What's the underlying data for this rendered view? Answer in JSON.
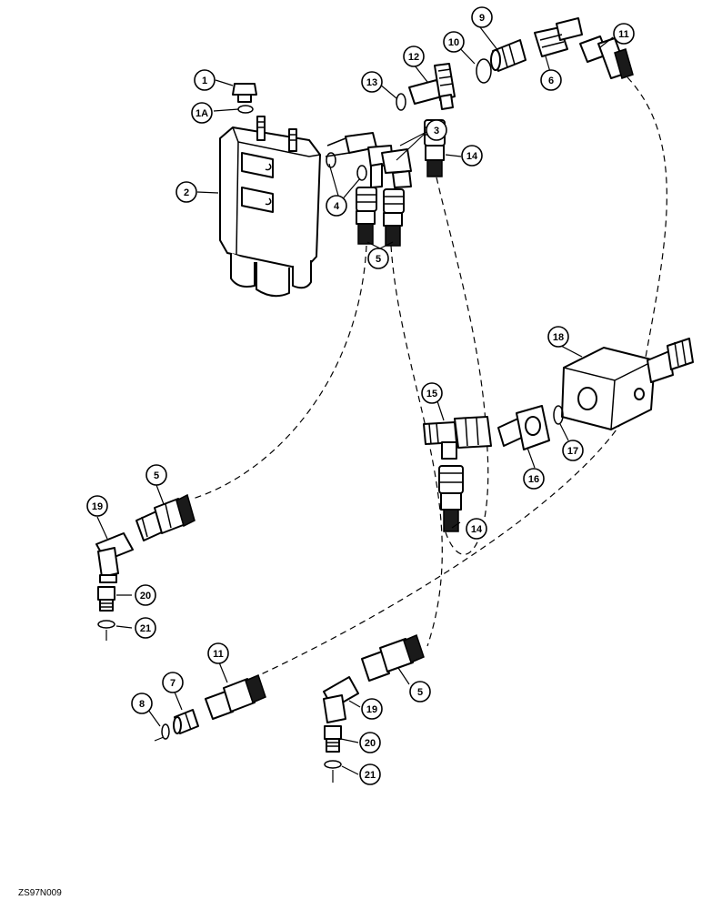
{
  "figure_code": "ZS97N009",
  "callouts": [
    {
      "id": "c1",
      "label": "1"
    },
    {
      "id": "c1a",
      "label": "1A"
    },
    {
      "id": "c2",
      "label": "2"
    },
    {
      "id": "c3",
      "label": "3"
    },
    {
      "id": "c4",
      "label": "4"
    },
    {
      "id": "c5a",
      "label": "5"
    },
    {
      "id": "c5b",
      "label": "5"
    },
    {
      "id": "c5c",
      "label": "5"
    },
    {
      "id": "c6",
      "label": "6"
    },
    {
      "id": "c7",
      "label": "7"
    },
    {
      "id": "c8",
      "label": "8"
    },
    {
      "id": "c9",
      "label": "9"
    },
    {
      "id": "c10",
      "label": "10"
    },
    {
      "id": "c11a",
      "label": "11"
    },
    {
      "id": "c11b",
      "label": "11"
    },
    {
      "id": "c12",
      "label": "12"
    },
    {
      "id": "c13",
      "label": "13"
    },
    {
      "id": "c14a",
      "label": "14"
    },
    {
      "id": "c14b",
      "label": "14"
    },
    {
      "id": "c15",
      "label": "15"
    },
    {
      "id": "c16",
      "label": "16"
    },
    {
      "id": "c17",
      "label": "17"
    },
    {
      "id": "c18",
      "label": "18"
    },
    {
      "id": "c19a",
      "label": "19"
    },
    {
      "id": "c19b",
      "label": "19"
    },
    {
      "id": "c20a",
      "label": "20"
    },
    {
      "id": "c20b",
      "label": "20"
    },
    {
      "id": "c21a",
      "label": "21"
    },
    {
      "id": "c21b",
      "label": "21"
    }
  ]
}
